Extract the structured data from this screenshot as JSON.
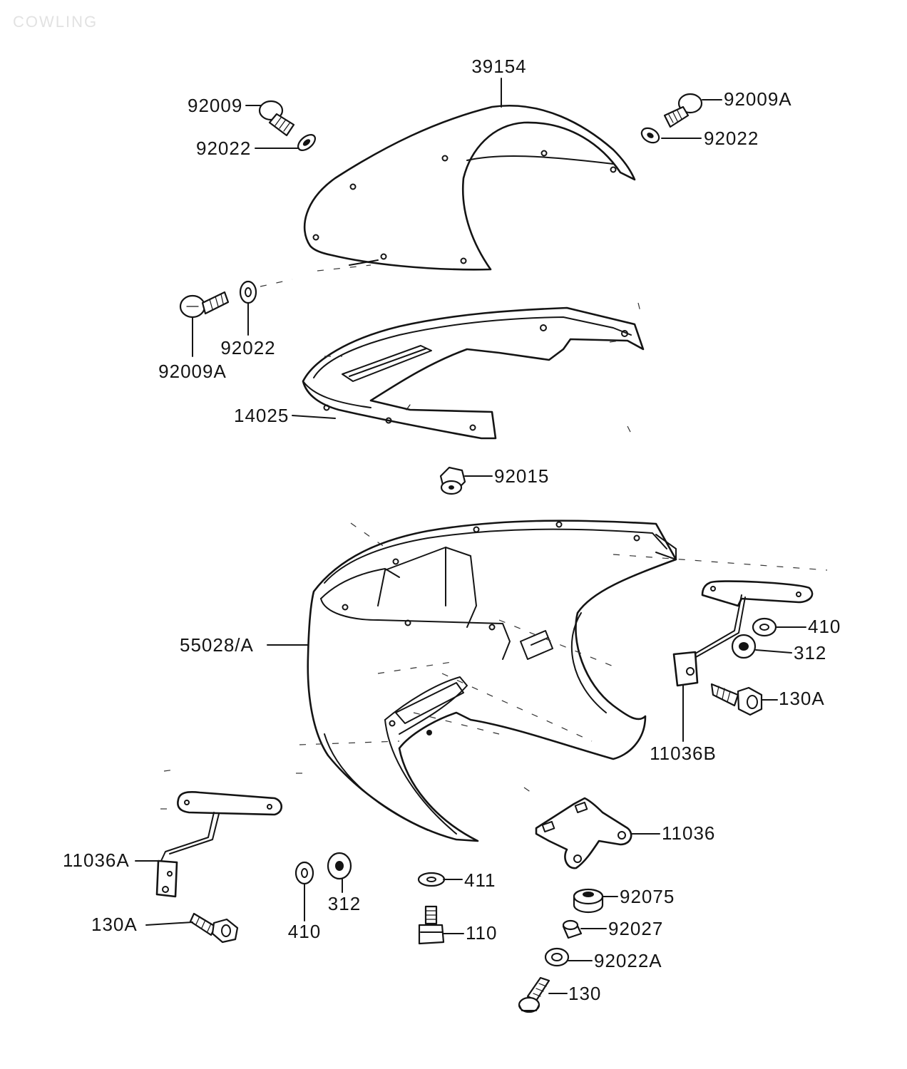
{
  "title": "COWLING",
  "parts": [
    {
      "id": "39154",
      "label": "39154"
    },
    {
      "id": "92009",
      "label": "92009"
    },
    {
      "id": "92022-top-left",
      "label": "92022"
    },
    {
      "id": "92009A-top-right",
      "label": "92009A"
    },
    {
      "id": "92022-top-right",
      "label": "92022"
    },
    {
      "id": "92022-mid",
      "label": "92022"
    },
    {
      "id": "92009A-mid",
      "label": "92009A"
    },
    {
      "id": "14025",
      "label": "14025"
    },
    {
      "id": "92015",
      "label": "92015"
    },
    {
      "id": "55028A",
      "label": "55028/A"
    },
    {
      "id": "410-right",
      "label": "410"
    },
    {
      "id": "312-right",
      "label": "312"
    },
    {
      "id": "130A-right",
      "label": "130A"
    },
    {
      "id": "11036B",
      "label": "11036B"
    },
    {
      "id": "11036",
      "label": "11036"
    },
    {
      "id": "11036A",
      "label": "11036A"
    },
    {
      "id": "411",
      "label": "411"
    },
    {
      "id": "92075",
      "label": "92075"
    },
    {
      "id": "130A-left",
      "label": "130A"
    },
    {
      "id": "410-left",
      "label": "410"
    },
    {
      "id": "312-left",
      "label": "312"
    },
    {
      "id": "110",
      "label": "110"
    },
    {
      "id": "92027",
      "label": "92027"
    },
    {
      "id": "92022A",
      "label": "92022A"
    },
    {
      "id": "130",
      "label": "130"
    }
  ]
}
